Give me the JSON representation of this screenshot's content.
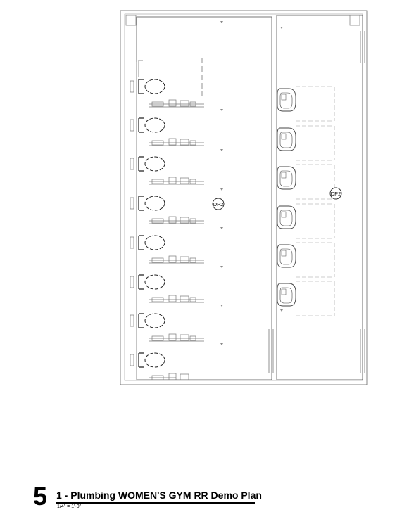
{
  "drawing": {
    "number": "5",
    "title": "1 - Plumbing WOMEN'S GYM RR Demo Plan",
    "scale": "1/4\" = 1'-0\""
  },
  "tags": [
    "DP2",
    "DP2"
  ],
  "fixtures": {
    "water_closet_count": 8,
    "lavatory_count": 6
  },
  "colors": {
    "line": "#555555",
    "text": "#000000"
  }
}
